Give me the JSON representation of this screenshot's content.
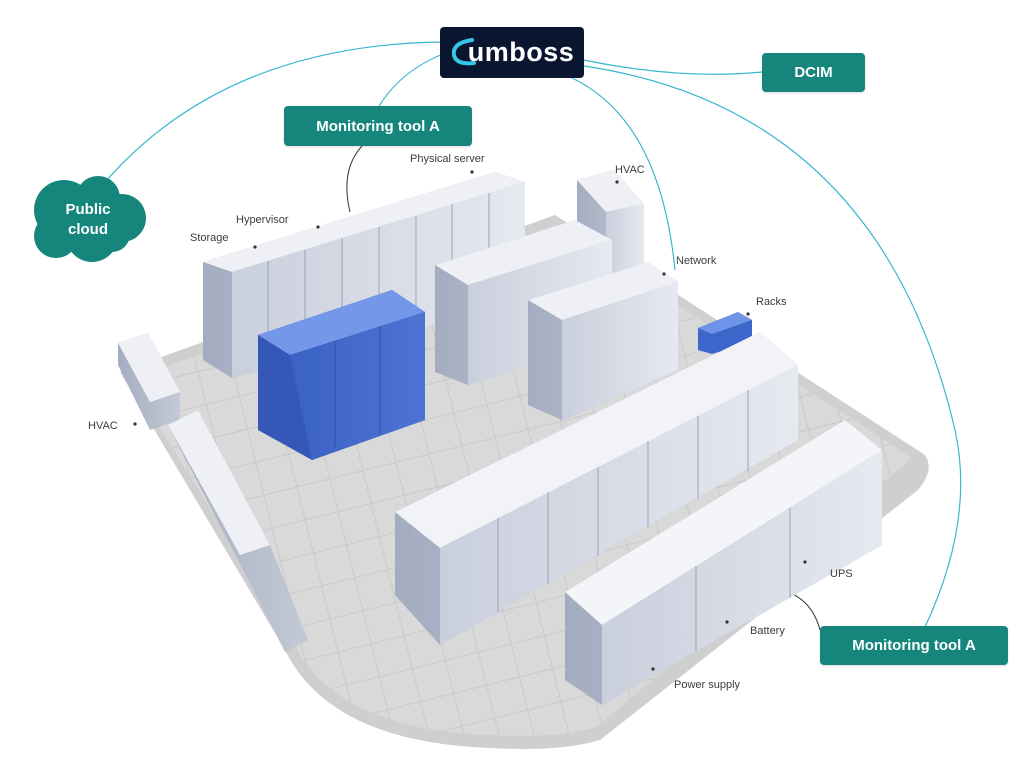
{
  "logo": {
    "text": "umboss",
    "icon": "umboss-swoosh-icon",
    "bg_color": "#0a1630",
    "accent": "#38c6e8"
  },
  "cloud": {
    "label_line1": "Public",
    "label_line2": "cloud",
    "color": "#16867d"
  },
  "boxes": {
    "monitoring_top": "Monitoring tool A",
    "dcim": "DCIM",
    "monitoring_bottom": "Monitoring tool A"
  },
  "labels": {
    "physical_server": "Physical server",
    "hvac_top": "HVAC",
    "hypervisor": "Hypervisor",
    "storage": "Storage",
    "network": "Network",
    "racks": "Racks",
    "hvac_left": "HVAC",
    "ups": "UPS",
    "battery": "Battery",
    "power_supply": "Power supply"
  },
  "colors": {
    "teal": "#16867d",
    "connector": "#38b7cf",
    "highlight_rack": "#4e78d6"
  }
}
